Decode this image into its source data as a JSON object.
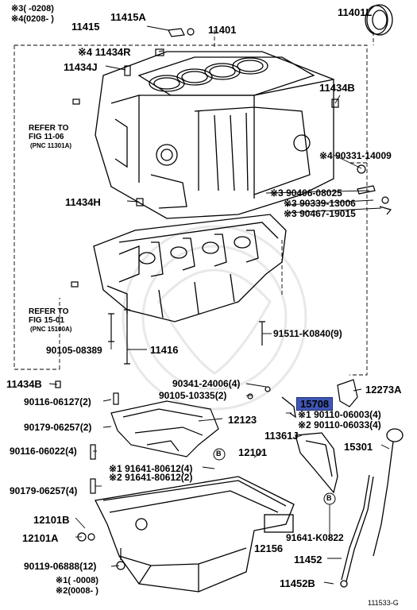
{
  "figure_id": "111533-G",
  "notes": {
    "n3_top": "※3(     -0208)",
    "n4_top": "※4(0208-     )",
    "n1_bottom": "※1(     -0008)",
    "n2_bottom": "※2(0008-     )"
  },
  "refs": {
    "ref1_a": "REFER TO",
    "ref1_b": "FIG 11-06",
    "ref1_c": "(PNC 11301A)",
    "ref2_a": "REFER TO",
    "ref2_b": "FIG 15-01",
    "ref2_c": "(PNC 15100A)"
  },
  "parts": {
    "p11415": "11415",
    "p11415A": "11415A",
    "p11401": "11401",
    "p11401L": "11401L",
    "p11434R": "※4 11434R",
    "p11434J": "11434J",
    "p11434B_r": "11434B",
    "p90331": "※4 90331-14009",
    "p90406": "※3 90406-08025",
    "p90339": "※3 90339-13006",
    "p90467": "※3 90467-19015",
    "p11434H": "11434H",
    "p91511": "91511-K0840(9)",
    "p90105_08389": "90105-08389",
    "p11416": "11416",
    "p90341": "90341-24006(4)",
    "p90105_10335": "90105-10335(2)",
    "p11434B_l": "11434B",
    "p90116_06127": "90116-06127(2)",
    "p15708": "15708",
    "p12273A": "12273A",
    "p90110_06003": "※1 90110-06003(4)",
    "p90110_06033": "※2 90110-06033(4)",
    "p90179_06257_a": "90179-06257(2)",
    "p12123": "12123",
    "p11361J": "11361J",
    "p15301": "15301",
    "p90116_06022": "90116-06022(4)",
    "p91641_80612_1": "※1 91641-80612(4)",
    "p91641_80612_2": "※2 91641-80612(2)",
    "p12101": "12101",
    "p90179_06257_b": "90179-06257(4)",
    "p12101B": "12101B",
    "p12101A": "12101A",
    "p91641_K0822": "91641-K0822",
    "p12156": "12156",
    "p11452": "11452",
    "p90119": "90119-06888(12)",
    "p11452B": "11452B",
    "circB": "B"
  },
  "colors": {
    "highlight": "#3f57b5",
    "line": "#000000"
  }
}
